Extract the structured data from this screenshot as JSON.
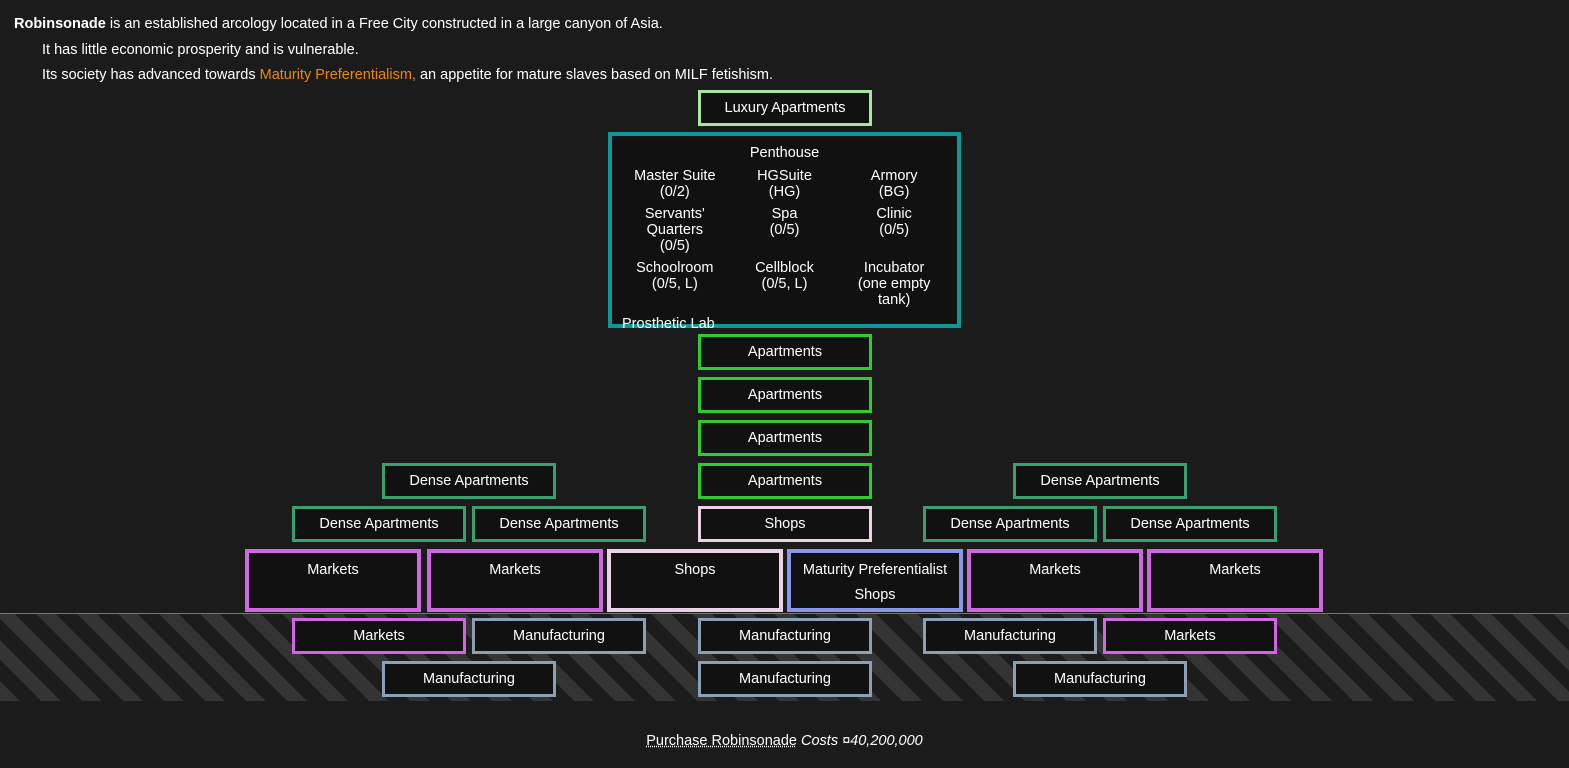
{
  "description": {
    "name": "Robinsonade",
    "line1_rest": " is an established arcology located in a Free City constructed in a large canyon of Asia.",
    "line2": "It has little economic prosperity and is vulnerable.",
    "line3_pre": "Its society has advanced towards ",
    "line3_fs": "Maturity Preferentialism,",
    "line3_post": " an appetite for mature slaves based on MILF fetishism."
  },
  "penthouse": {
    "title": "Penthouse",
    "rooms": [
      {
        "name": "Master Suite",
        "sub": "(0/2)"
      },
      {
        "name": "HGSuite",
        "sub": "(HG)"
      },
      {
        "name": "Armory",
        "sub": "(BG)"
      },
      {
        "name": "Servants' Quarters",
        "sub": "(0/5)"
      },
      {
        "name": "Spa",
        "sub": "(0/5)"
      },
      {
        "name": "Clinic",
        "sub": "(0/5)"
      },
      {
        "name": "Schoolroom",
        "sub": "(0/5, L)"
      },
      {
        "name": "Cellblock",
        "sub": "(0/5, L)"
      },
      {
        "name": "Incubator",
        "sub": "(one empty tank)"
      }
    ],
    "footer": "Prosthetic Lab"
  },
  "labels": {
    "luxury_apartments": "Luxury Apartments",
    "apartments": "Apartments",
    "dense_apartments": "Dense Apartments",
    "shops": "Shops",
    "markets": "Markets",
    "manufacturing": "Manufacturing",
    "fs_shops_line1": "Maturity Preferentialist",
    "fs_shops_line2": "Shops"
  },
  "purchase": {
    "link": "Purchase Robinsonade",
    "cost": " Costs ¤40,200,000"
  },
  "colors": {
    "background": "#1b1b1b",
    "box_fill": "#111111",
    "luxury_border": "#a8e6a0",
    "apartments_border": "#2ecc2e",
    "dense_border": "#3a9e6e",
    "shops_border": "#e9d3e5",
    "markets_border": "#cf68e0",
    "fs_shops_border": "#8a96e8",
    "manufacturing_border": "#8ba0b5",
    "penthouse_border": "#0d9797",
    "fs_link": "#ee8800",
    "ground_stripe": "#343434"
  }
}
